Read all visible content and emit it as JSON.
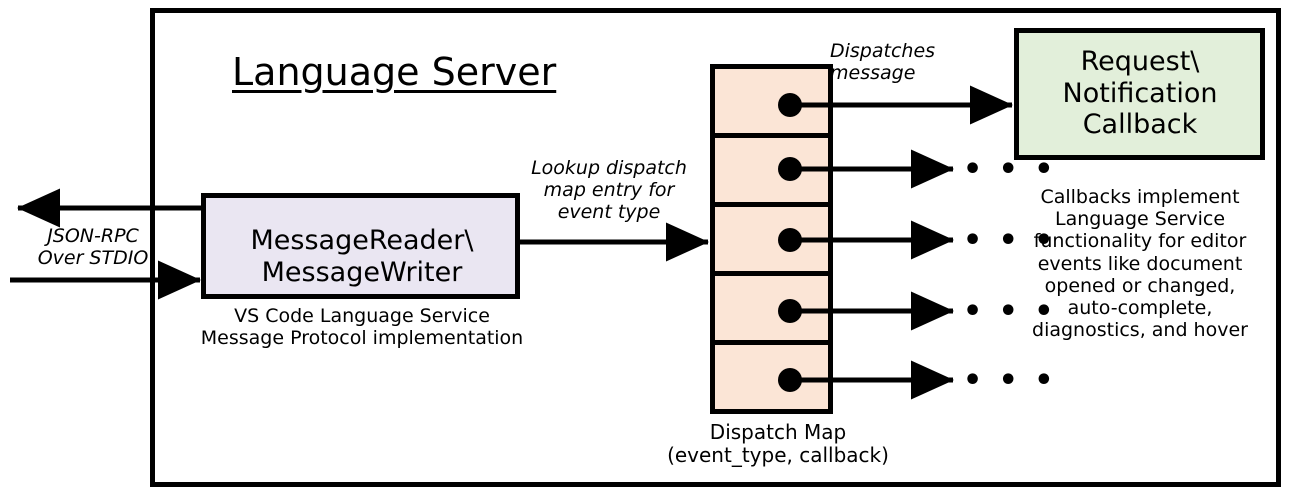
{
  "diagram": {
    "title": "Language Server",
    "outer_frame": {
      "name": "language-server-boundary"
    },
    "message_box": {
      "label": "MessageReader\\\nMessageWriter",
      "caption": "VS Code Language Service\nMessage Protocol implementation",
      "fill": "#EAE6F2",
      "stroke": "#000000"
    },
    "external_channel": {
      "label": "JSON-RPC\nOver STDIO",
      "inbound_arrow": "arrow-into-message-reader",
      "outbound_arrow": "arrow-out-to-client"
    },
    "lookup_arrow": {
      "label": "Lookup dispatch\nmap entry for\nevent type"
    },
    "dispatch_map": {
      "caption": "Dispatch Map\n(event_type, callback)",
      "fill": "#FBE5D6",
      "stroke": "#000000",
      "rows": [
        {
          "index": 1,
          "handle": "callback-pointer",
          "target": "request-notification-callback"
        },
        {
          "index": 2,
          "handle": "callback-pointer",
          "target": "ellipsis"
        },
        {
          "index": 3,
          "handle": "callback-pointer",
          "target": "ellipsis"
        },
        {
          "index": 4,
          "handle": "callback-pointer",
          "target": "ellipsis"
        },
        {
          "index": 5,
          "handle": "callback-pointer",
          "target": "ellipsis"
        }
      ]
    },
    "dispatch_arrow": {
      "label": "Dispatches\nmessage"
    },
    "callback_box": {
      "label": "Request\\\nNotification\nCallback",
      "caption": "Callbacks implement\nLanguage Service\nfunctionality for editor\nevents like document\nopened or changed,\nauto-complete,\ndiagnostics, and hover",
      "fill": "#E2EFDA",
      "stroke": "#000000"
    },
    "ellipsis_glyph": "• • •"
  }
}
